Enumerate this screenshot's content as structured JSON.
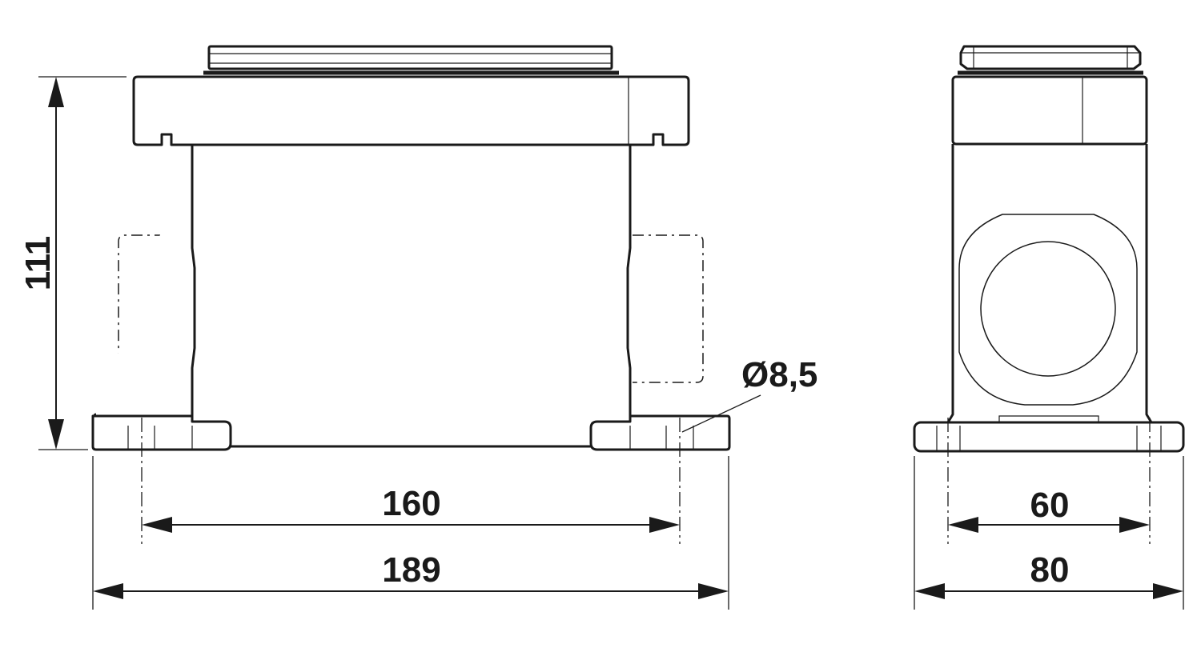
{
  "dimensions": {
    "height": "111",
    "hole_spacing_front": "160",
    "overall_width_front": "189",
    "hole_spacing_side": "60",
    "overall_width_side": "80",
    "hole_diameter": "Ø8,5"
  }
}
